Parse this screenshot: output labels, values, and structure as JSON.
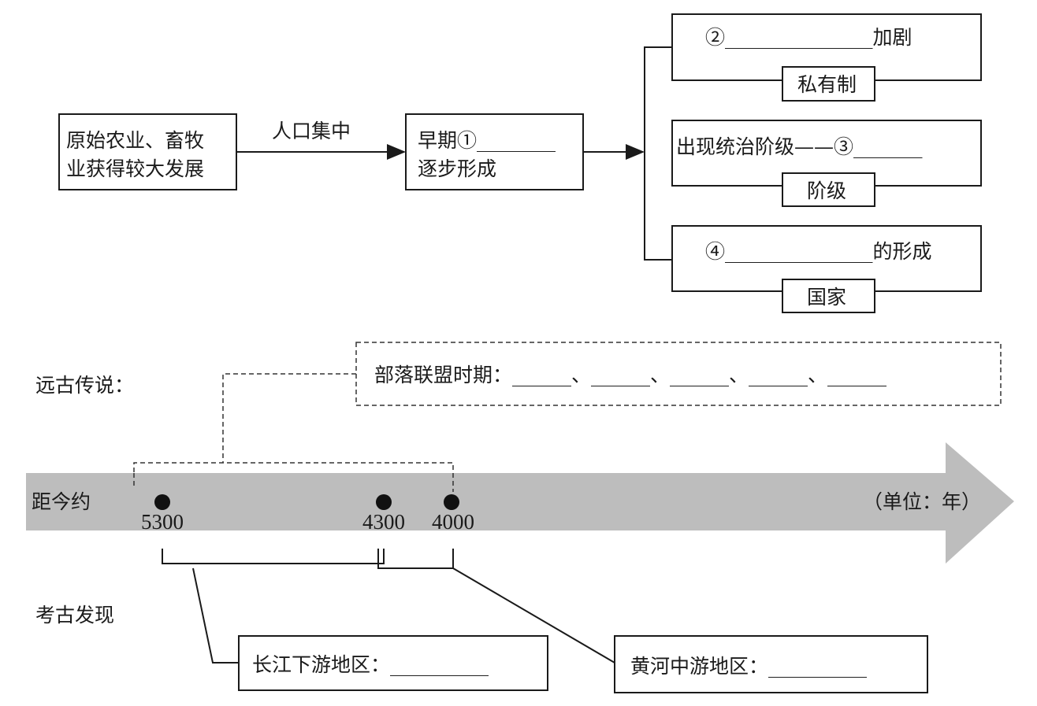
{
  "flow": {
    "start_box": {
      "line1": "原始农业、畜牧",
      "line2": "业获得较大发展"
    },
    "arrow_label": "人口集中",
    "middle_box": {
      "line1": "早期①________",
      "line2": "逐步形成"
    },
    "branches": [
      {
        "text": "②_______________加剧",
        "tag": "私有制"
      },
      {
        "text": "出现统治阶级——③_______",
        "tag": "阶级"
      },
      {
        "text": "④_______________的形成",
        "tag": "国家"
      }
    ]
  },
  "timeline": {
    "legend_label": "远古传说：",
    "legend_box": "部落联盟时期：______、______、______、______、______",
    "axis_label": "距今约",
    "unit": "（单位：年）",
    "points": [
      "5300",
      "4300",
      "4000"
    ],
    "archaeology_label": "考古发现",
    "boxes": [
      {
        "text": "长江下游地区：__________"
      },
      {
        "text": "黄河中游地区：__________"
      }
    ]
  },
  "colors": {
    "band": "#bdbdbd",
    "ink": "#1a1a1a"
  }
}
